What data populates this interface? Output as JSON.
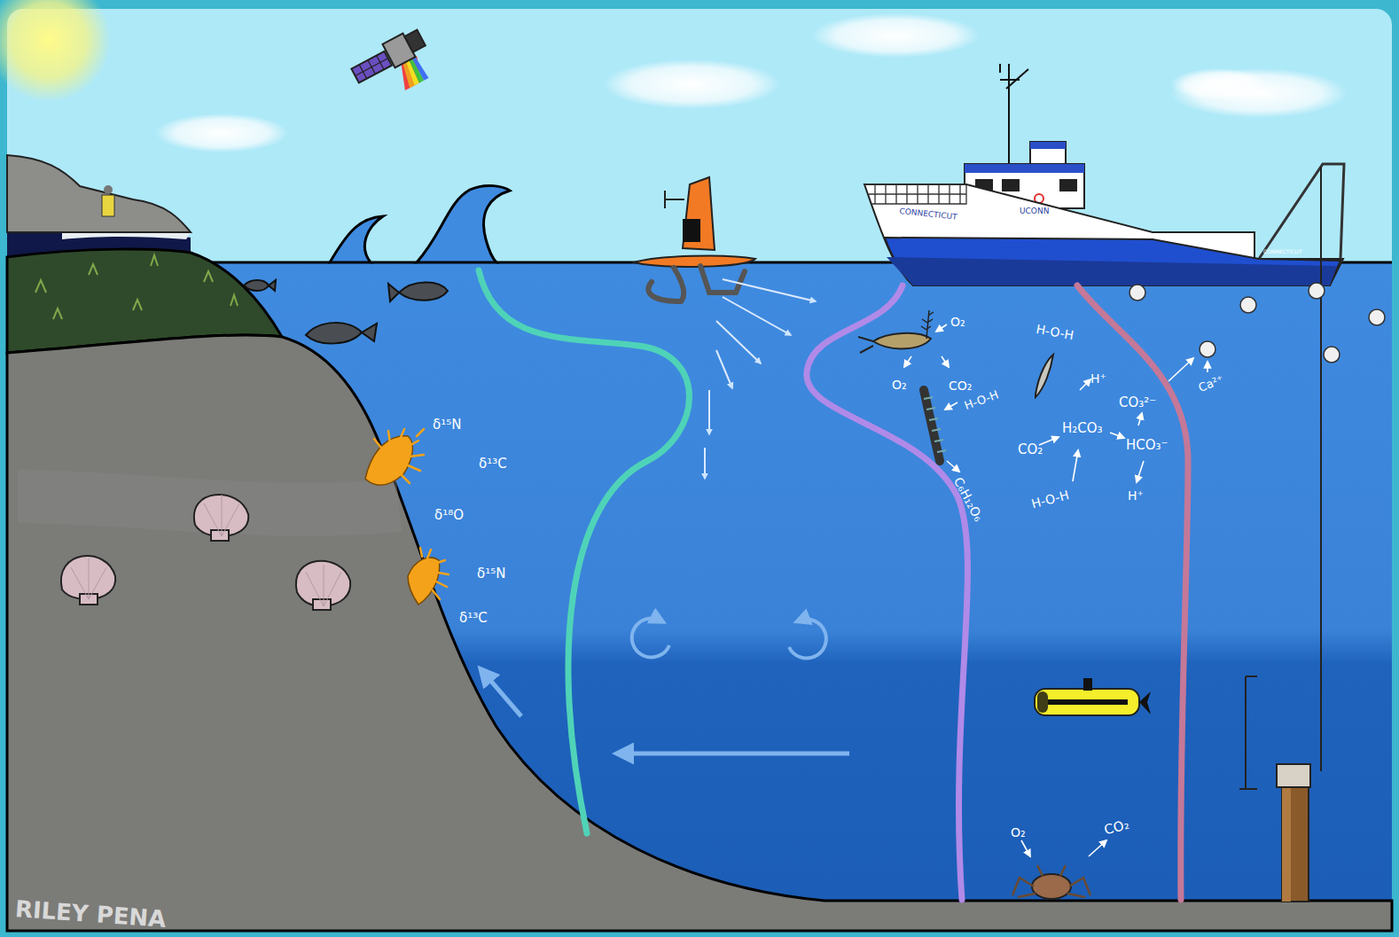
{
  "diagram": {
    "labels": [
      "CONNECTICUT",
      "UCONN",
      "CONNECTICUT",
      "O₂",
      "CO₂",
      "O₂",
      "H-O-H",
      "C₆H₁₂O₆",
      "H-O-H",
      "H⁺",
      "CO₃²⁻",
      "Ca²⁺",
      "CO₂",
      "H₂CO₃",
      "HCO₃⁻",
      "H-O-H",
      "H⁺",
      "δ¹⁵N",
      "δ¹³C",
      "δ¹⁸O",
      "δ¹⁵N",
      "δ¹³C",
      "O₂",
      "CO₂",
      "RILEY PENA"
    ]
  }
}
